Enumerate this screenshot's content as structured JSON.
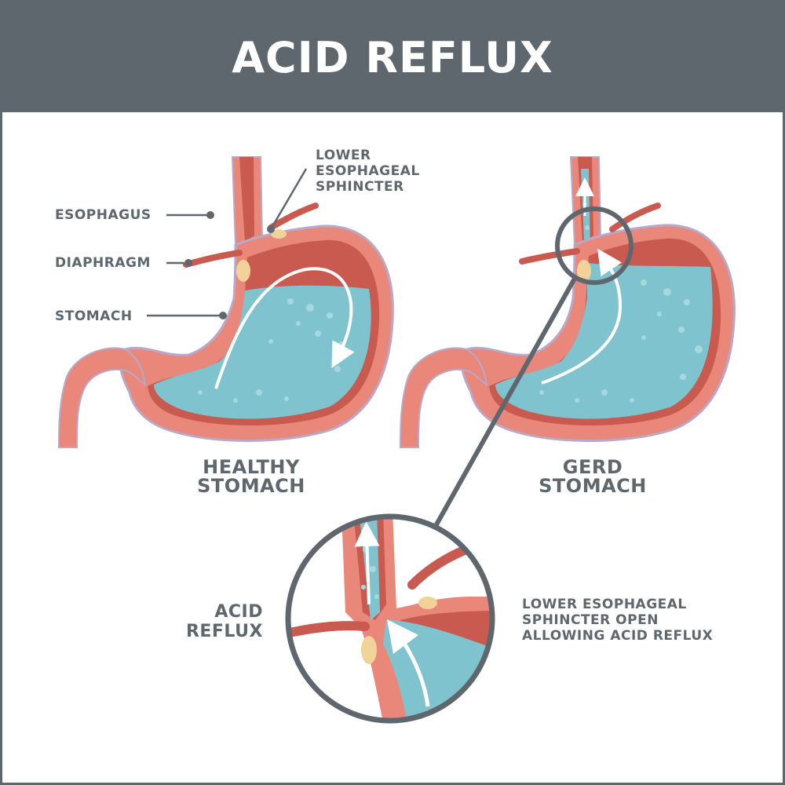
{
  "title": "ACID REFLUX",
  "labels": {
    "lower_esophageal_sphincter": "LOWER\nESOPHAGEAL\nSPHINCTER",
    "esophagus": "ESOPHAGUS",
    "diaphragm": "DIAPHRAGM",
    "stomach": "STOMACH"
  },
  "captions": {
    "healthy": "HEALTHY\nSTOMACH",
    "gerd": "GERD\nSTOMACH"
  },
  "zoom": {
    "acid_reflux": "ACID\nREFLUX",
    "sphincter_open": "LOWER ESOPHAGEAL\nSPHINCTER OPEN\nALLOWING ACID REFLUX"
  },
  "colors": {
    "header": "#5f676e",
    "tissue": "#e8877a",
    "tissue_dark": "#c95a4f",
    "acid": "#7fc3cf",
    "outline": "#b8a9c9"
  }
}
